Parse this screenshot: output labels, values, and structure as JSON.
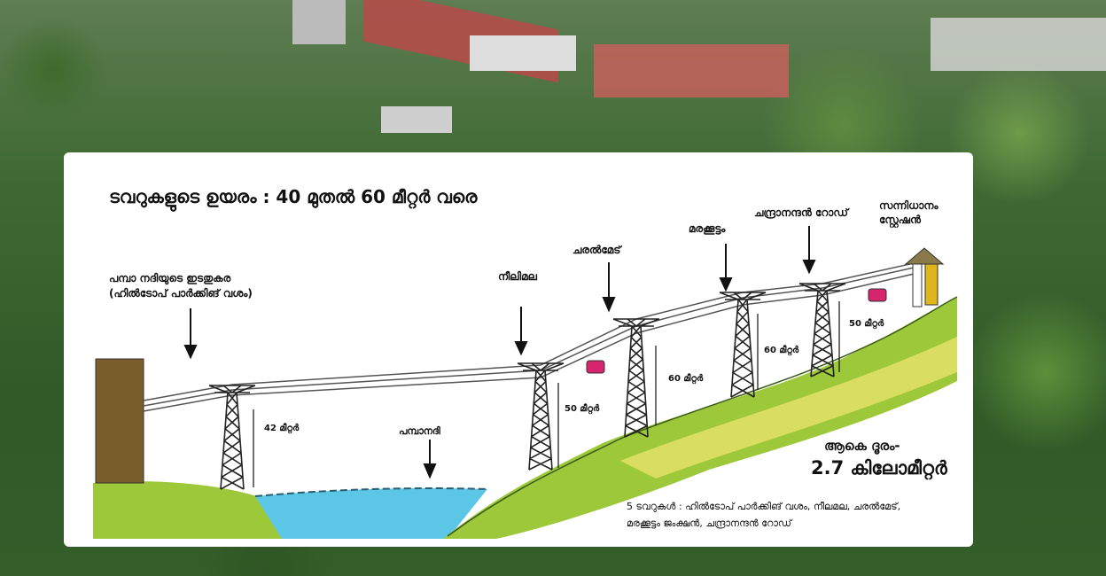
{
  "title": "ടവറുകളുടെ ഉയരം : 40 മുതൽ 60 മീറ്റർ വരെ",
  "locations": {
    "pampa_left_bank_line1": "പമ്പാ നദിയുടെ ഇടതുകര",
    "pampa_left_bank_line2": "(ഹിൽടോപ് പാർക്കിങ് വശം)",
    "neelimala": "നീലിമല",
    "charalmedu": "ചരൽമേട്",
    "marakkoottam": "മരക്കൂട്ടം",
    "chandranandan_road": "ചന്ദ്രാനന്ദൻ റോഡ്",
    "sannidhanam_line1": "സന്നിധാനം",
    "sannidhanam_line2": "സ്റ്റേഷൻ",
    "river": "പമ്പാനദി"
  },
  "tower_heights": [
    "42 മീറ്റർ",
    "50 മീറ്റർ",
    "60 മീറ്റർ",
    "60 മീറ്റർ",
    "50 മീറ്റർ"
  ],
  "total_distance_label": "ആകെ ദൂരം-",
  "total_distance_value": "2.7 കിലോമീറ്റർ",
  "towers_note_line1": "5 ടവറുകൾ : ഹിൽടോപ് പാർക്കിങ് വശം, നീലമല, ചരൽമേട്,",
  "towers_note_line2": "മരക്കൂട്ടം ജംക്ഷൻ, ചന്ദ്രാനന്ദൻ റോഡ്",
  "colors": {
    "cabin": "#d6246e",
    "water": "#5cc6e6",
    "grass": "#9cc83a",
    "station": "#e0b41c",
    "wall": "#7a5e2c"
  }
}
